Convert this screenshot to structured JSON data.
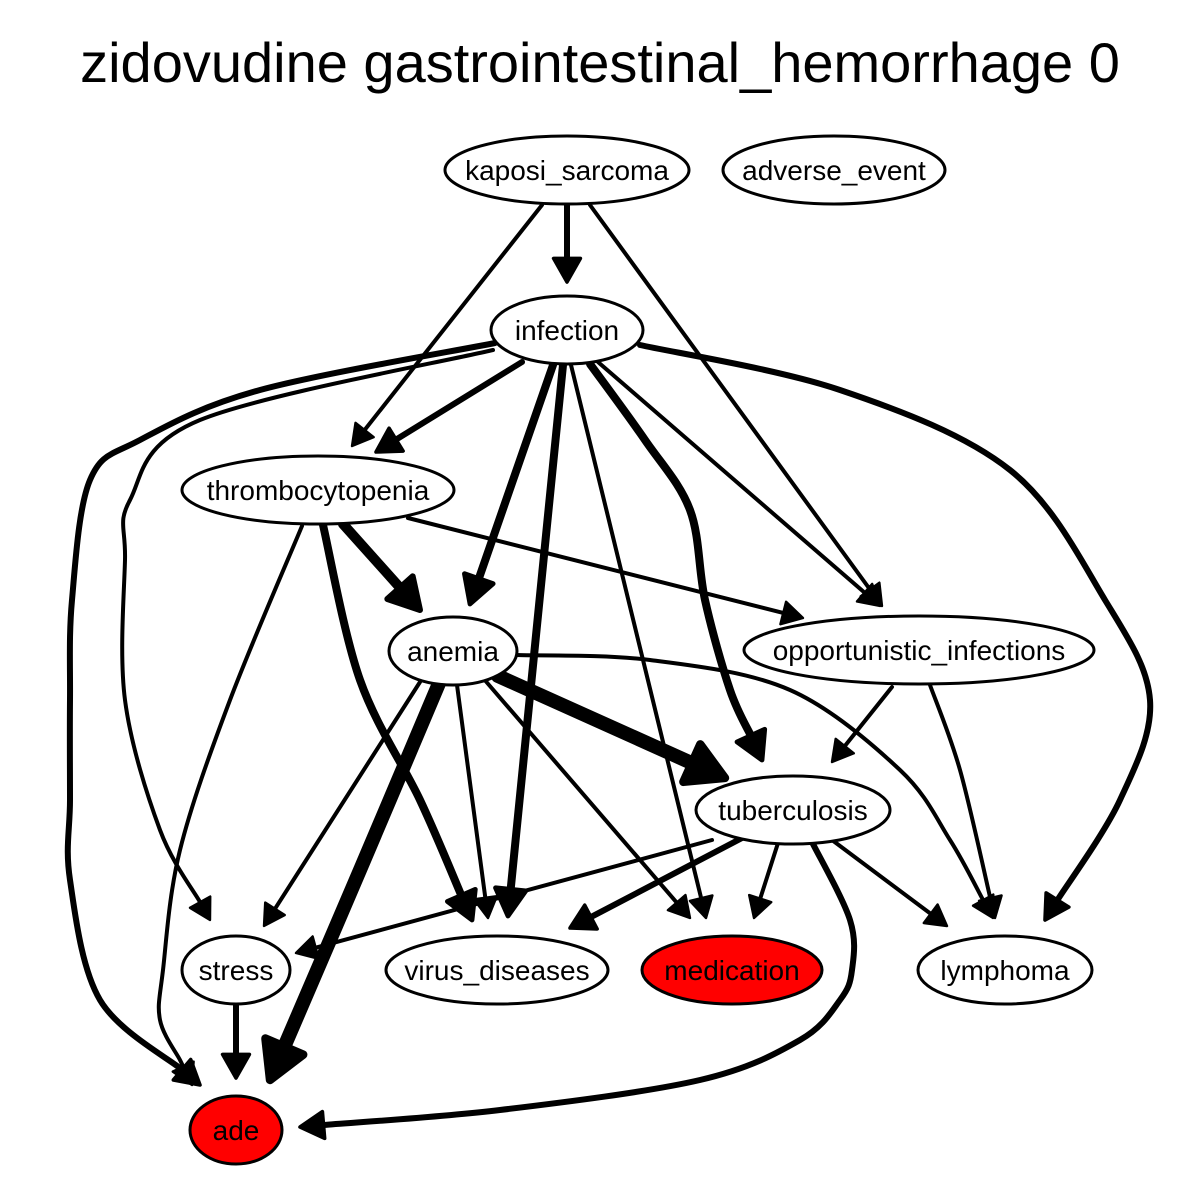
{
  "title": "zidovudine gastrointestinal_hemorrhage 0",
  "colors": {
    "highlight": "#ff0000",
    "node_default": "#ffffff",
    "stroke": "#000000"
  },
  "nodes": [
    {
      "id": "kaposi_sarcoma",
      "label": "kaposi_sarcoma",
      "highlight": false
    },
    {
      "id": "adverse_event",
      "label": "adverse_event",
      "highlight": false
    },
    {
      "id": "infection",
      "label": "infection",
      "highlight": false
    },
    {
      "id": "thrombocytopenia",
      "label": "thrombocytopenia",
      "highlight": false
    },
    {
      "id": "anemia",
      "label": "anemia",
      "highlight": false
    },
    {
      "id": "opportunistic_infections",
      "label": "opportunistic_infections",
      "highlight": false
    },
    {
      "id": "tuberculosis",
      "label": "tuberculosis",
      "highlight": false
    },
    {
      "id": "stress",
      "label": "stress",
      "highlight": false
    },
    {
      "id": "virus_diseases",
      "label": "virus_diseases",
      "highlight": false
    },
    {
      "id": "medication",
      "label": "medication",
      "highlight": true
    },
    {
      "id": "lymphoma",
      "label": "lymphoma",
      "highlight": false
    },
    {
      "id": "ade",
      "label": "ade",
      "highlight": true
    }
  ],
  "edges": [
    {
      "from": "kaposi_sarcoma",
      "to": "infection",
      "weight": 2
    },
    {
      "from": "kaposi_sarcoma",
      "to": "thrombocytopenia",
      "weight": 1
    },
    {
      "from": "kaposi_sarcoma",
      "to": "opportunistic_infections",
      "weight": 1
    },
    {
      "from": "infection",
      "to": "thrombocytopenia",
      "weight": 2
    },
    {
      "from": "infection",
      "to": "anemia",
      "weight": 3
    },
    {
      "from": "infection",
      "to": "virus_diseases",
      "weight": 3
    },
    {
      "from": "infection",
      "to": "medication",
      "weight": 1
    },
    {
      "from": "infection",
      "to": "tuberculosis",
      "weight": 3
    },
    {
      "from": "infection",
      "to": "opportunistic_infections",
      "weight": 1
    },
    {
      "from": "infection",
      "to": "lymphoma",
      "weight": 2
    },
    {
      "from": "infection",
      "to": "ade",
      "weight": 2
    },
    {
      "from": "infection",
      "to": "stress",
      "weight": 1
    },
    {
      "from": "thrombocytopenia",
      "to": "anemia",
      "weight": 4
    },
    {
      "from": "thrombocytopenia",
      "to": "opportunistic_infections",
      "weight": 1
    },
    {
      "from": "thrombocytopenia",
      "to": "virus_diseases",
      "weight": 3
    },
    {
      "from": "thrombocytopenia",
      "to": "ade",
      "weight": 1
    },
    {
      "from": "anemia",
      "to": "tuberculosis",
      "weight": 5
    },
    {
      "from": "anemia",
      "to": "stress",
      "weight": 1
    },
    {
      "from": "anemia",
      "to": "virus_diseases",
      "weight": 1
    },
    {
      "from": "anemia",
      "to": "medication",
      "weight": 1
    },
    {
      "from": "anemia",
      "to": "lymphoma",
      "weight": 1
    },
    {
      "from": "anemia",
      "to": "ade",
      "weight": 5
    },
    {
      "from": "opportunistic_infections",
      "to": "tuberculosis",
      "weight": 1
    },
    {
      "from": "opportunistic_infections",
      "to": "lymphoma",
      "weight": 1
    },
    {
      "from": "tuberculosis",
      "to": "stress",
      "weight": 1
    },
    {
      "from": "tuberculosis",
      "to": "virus_diseases",
      "weight": 2
    },
    {
      "from": "tuberculosis",
      "to": "medication",
      "weight": 1
    },
    {
      "from": "tuberculosis",
      "to": "lymphoma",
      "weight": 1
    },
    {
      "from": "tuberculosis",
      "to": "ade",
      "weight": 2
    },
    {
      "from": "stress",
      "to": "ade",
      "weight": 2
    }
  ]
}
